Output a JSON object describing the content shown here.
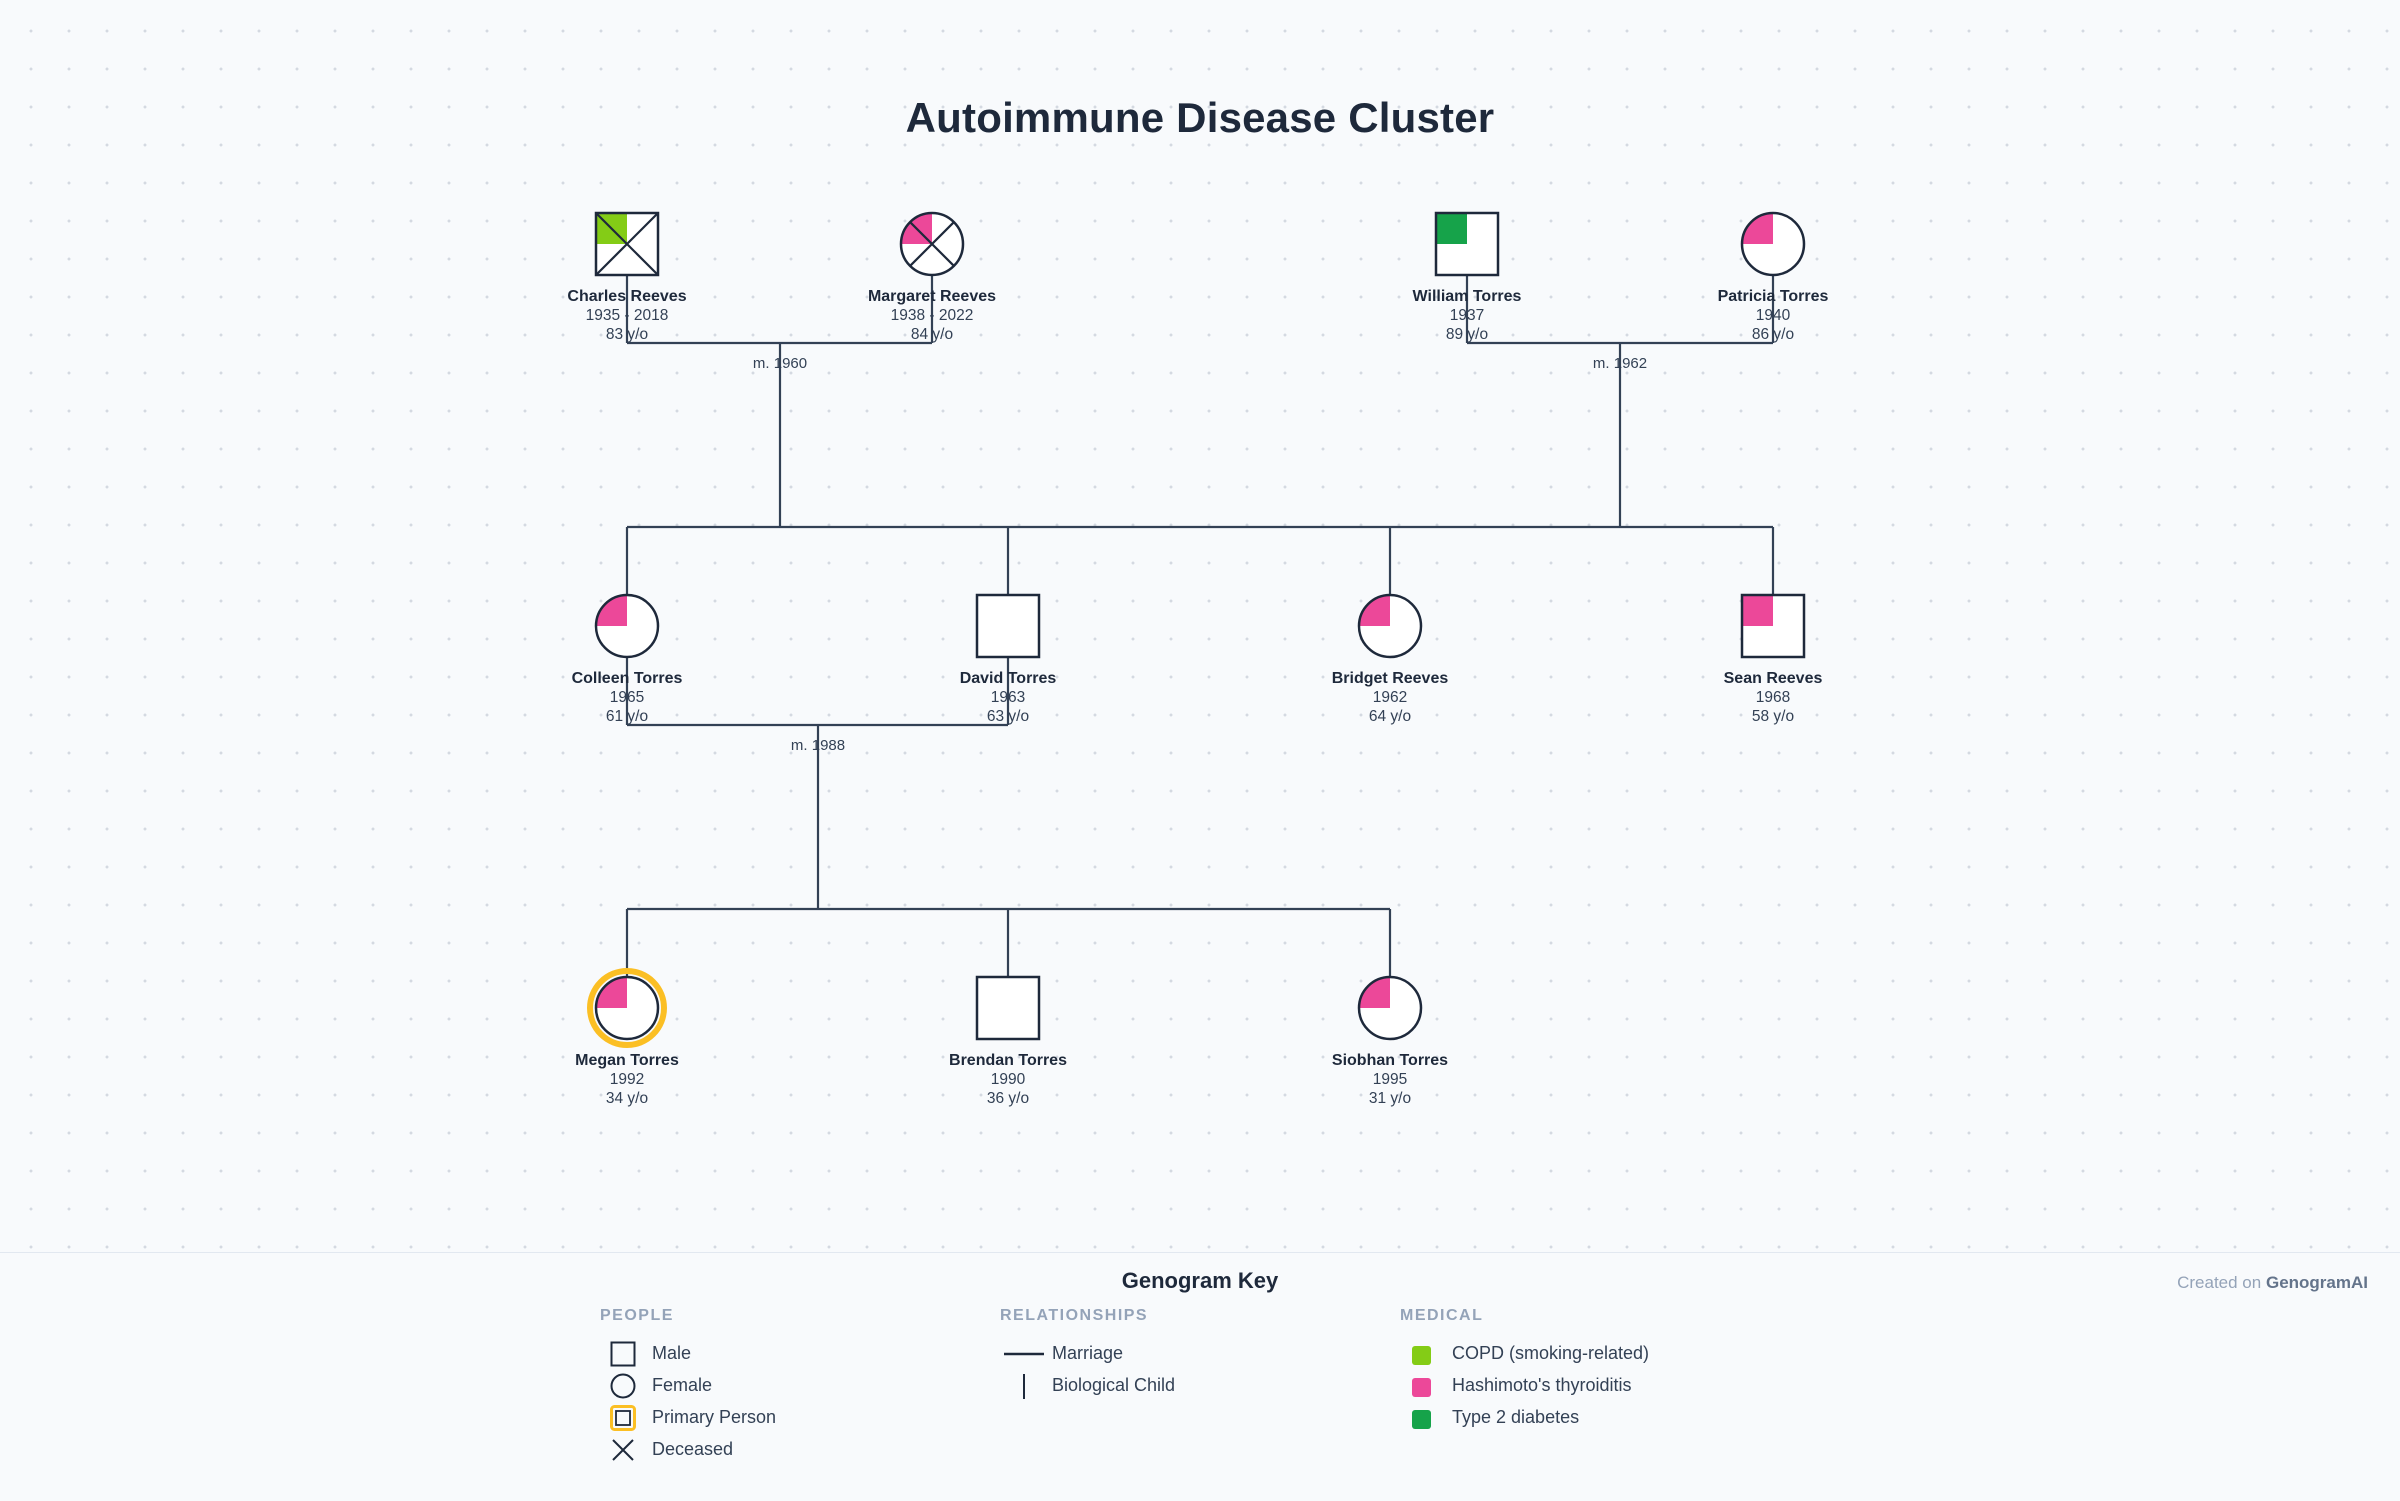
{
  "title": "Autoimmune Disease Cluster",
  "conditions": {
    "copd": {
      "label": "COPD (smoking-related)",
      "color": "#84cc16"
    },
    "hashimoto": {
      "label": "Hashimoto's thyroiditis",
      "color": "#ec4899"
    },
    "t2d": {
      "label": "Type 2 diabetes",
      "color": "#16a34a"
    }
  },
  "people": [
    {
      "id": "charles",
      "name": "Charles Reeves",
      "sex": "male",
      "years": "1935 - 2018",
      "age": "83 y/o",
      "deceased": true,
      "condition": "copd"
    },
    {
      "id": "margaret",
      "name": "Margaret Reeves",
      "sex": "female",
      "years": "1938 - 2022",
      "age": "84 y/o",
      "deceased": true,
      "condition": "hashimoto"
    },
    {
      "id": "william",
      "name": "William Torres",
      "sex": "male",
      "years": "1937",
      "age": "89 y/o",
      "deceased": false,
      "condition": "t2d"
    },
    {
      "id": "patricia",
      "name": "Patricia Torres",
      "sex": "female",
      "years": "1940",
      "age": "86 y/o",
      "deceased": false,
      "condition": "hashimoto"
    },
    {
      "id": "colleen",
      "name": "Colleen Torres",
      "sex": "female",
      "years": "1965",
      "age": "61 y/o",
      "deceased": false,
      "condition": "hashimoto"
    },
    {
      "id": "david",
      "name": "David Torres",
      "sex": "male",
      "years": "1963",
      "age": "63 y/o",
      "deceased": false,
      "condition": null
    },
    {
      "id": "bridget",
      "name": "Bridget Reeves",
      "sex": "female",
      "years": "1962",
      "age": "64 y/o",
      "deceased": false,
      "condition": "hashimoto"
    },
    {
      "id": "sean",
      "name": "Sean Reeves",
      "sex": "male",
      "years": "1968",
      "age": "58 y/o",
      "deceased": false,
      "condition": "hashimoto"
    },
    {
      "id": "megan",
      "name": "Megan Torres",
      "sex": "female",
      "years": "1992",
      "age": "34 y/o",
      "deceased": false,
      "condition": "hashimoto",
      "primary": true
    },
    {
      "id": "brendan",
      "name": "Brendan Torres",
      "sex": "male",
      "years": "1990",
      "age": "36 y/o",
      "deceased": false,
      "condition": null
    },
    {
      "id": "siobhan",
      "name": "Siobhan Torres",
      "sex": "female",
      "years": "1995",
      "age": "31 y/o",
      "deceased": false,
      "condition": "hashimoto"
    }
  ],
  "marriages": [
    {
      "partners": [
        "charles",
        "margaret"
      ],
      "label": "m. 1960"
    },
    {
      "partners": [
        "william",
        "patricia"
      ],
      "label": "m. 1962"
    },
    {
      "partners": [
        "colleen",
        "david"
      ],
      "label": "m. 1988"
    }
  ],
  "key": {
    "title": "Genogram Key",
    "credit_prefix": "Created on",
    "credit_brand": "GenogramAI",
    "people": {
      "heading": "PEOPLE",
      "male": "Male",
      "female": "Female",
      "primary": "Primary Person",
      "deceased": "Deceased"
    },
    "relationships": {
      "heading": "RELATIONSHIPS",
      "marriage": "Marriage",
      "child": "Biological Child"
    },
    "medical": {
      "heading": "MEDICAL"
    }
  },
  "colors": {
    "line": "#334155",
    "primary_ring": "#fbbf24"
  }
}
